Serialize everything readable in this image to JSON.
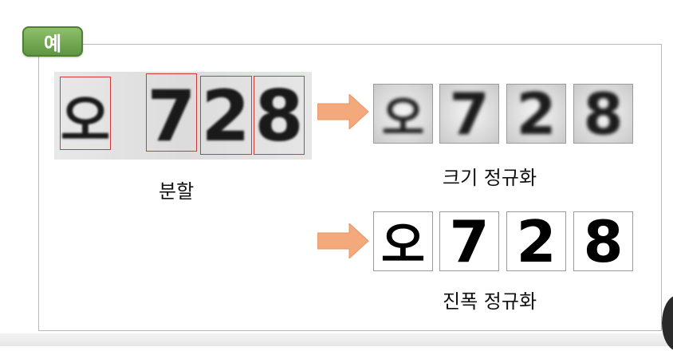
{
  "badge": {
    "label": "예"
  },
  "segmentation": {
    "characters": [
      "오",
      "7",
      "2",
      "8"
    ],
    "label": "분할"
  },
  "size_normalized": {
    "characters": [
      "오",
      "7",
      "2",
      "8"
    ],
    "label": "크기 정규화"
  },
  "amplitude_normalized": {
    "characters": [
      "오",
      "7",
      "2",
      "8"
    ],
    "label": "진폭 정규화"
  },
  "colors": {
    "badge": "#6fa34f",
    "segment_box": "#d23a3a",
    "arrow": "#f3a97c",
    "panel_border": "#b9b9b9"
  }
}
